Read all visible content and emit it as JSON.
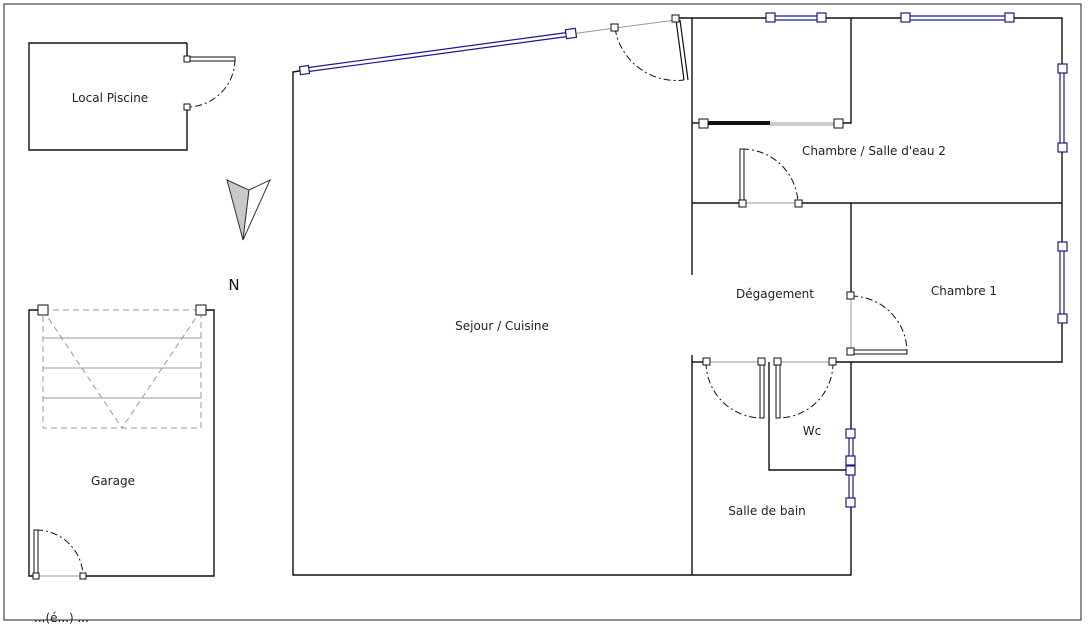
{
  "rooms": {
    "local_piscine": "Local Piscine",
    "sejour": "Sejour / Cuisine",
    "chambre2": "Chambre / Salle d'eau 2",
    "degagement": "Dégagement",
    "chambre1": "Chambre 1",
    "wc": "Wc",
    "salle_bain": "Salle de bain",
    "garage": "Garage"
  },
  "north_label": "N",
  "footer_text": "...(é...) ...",
  "colors": {
    "wall": "#111111",
    "window": "#1a1a8a",
    "guide": "#999999"
  }
}
